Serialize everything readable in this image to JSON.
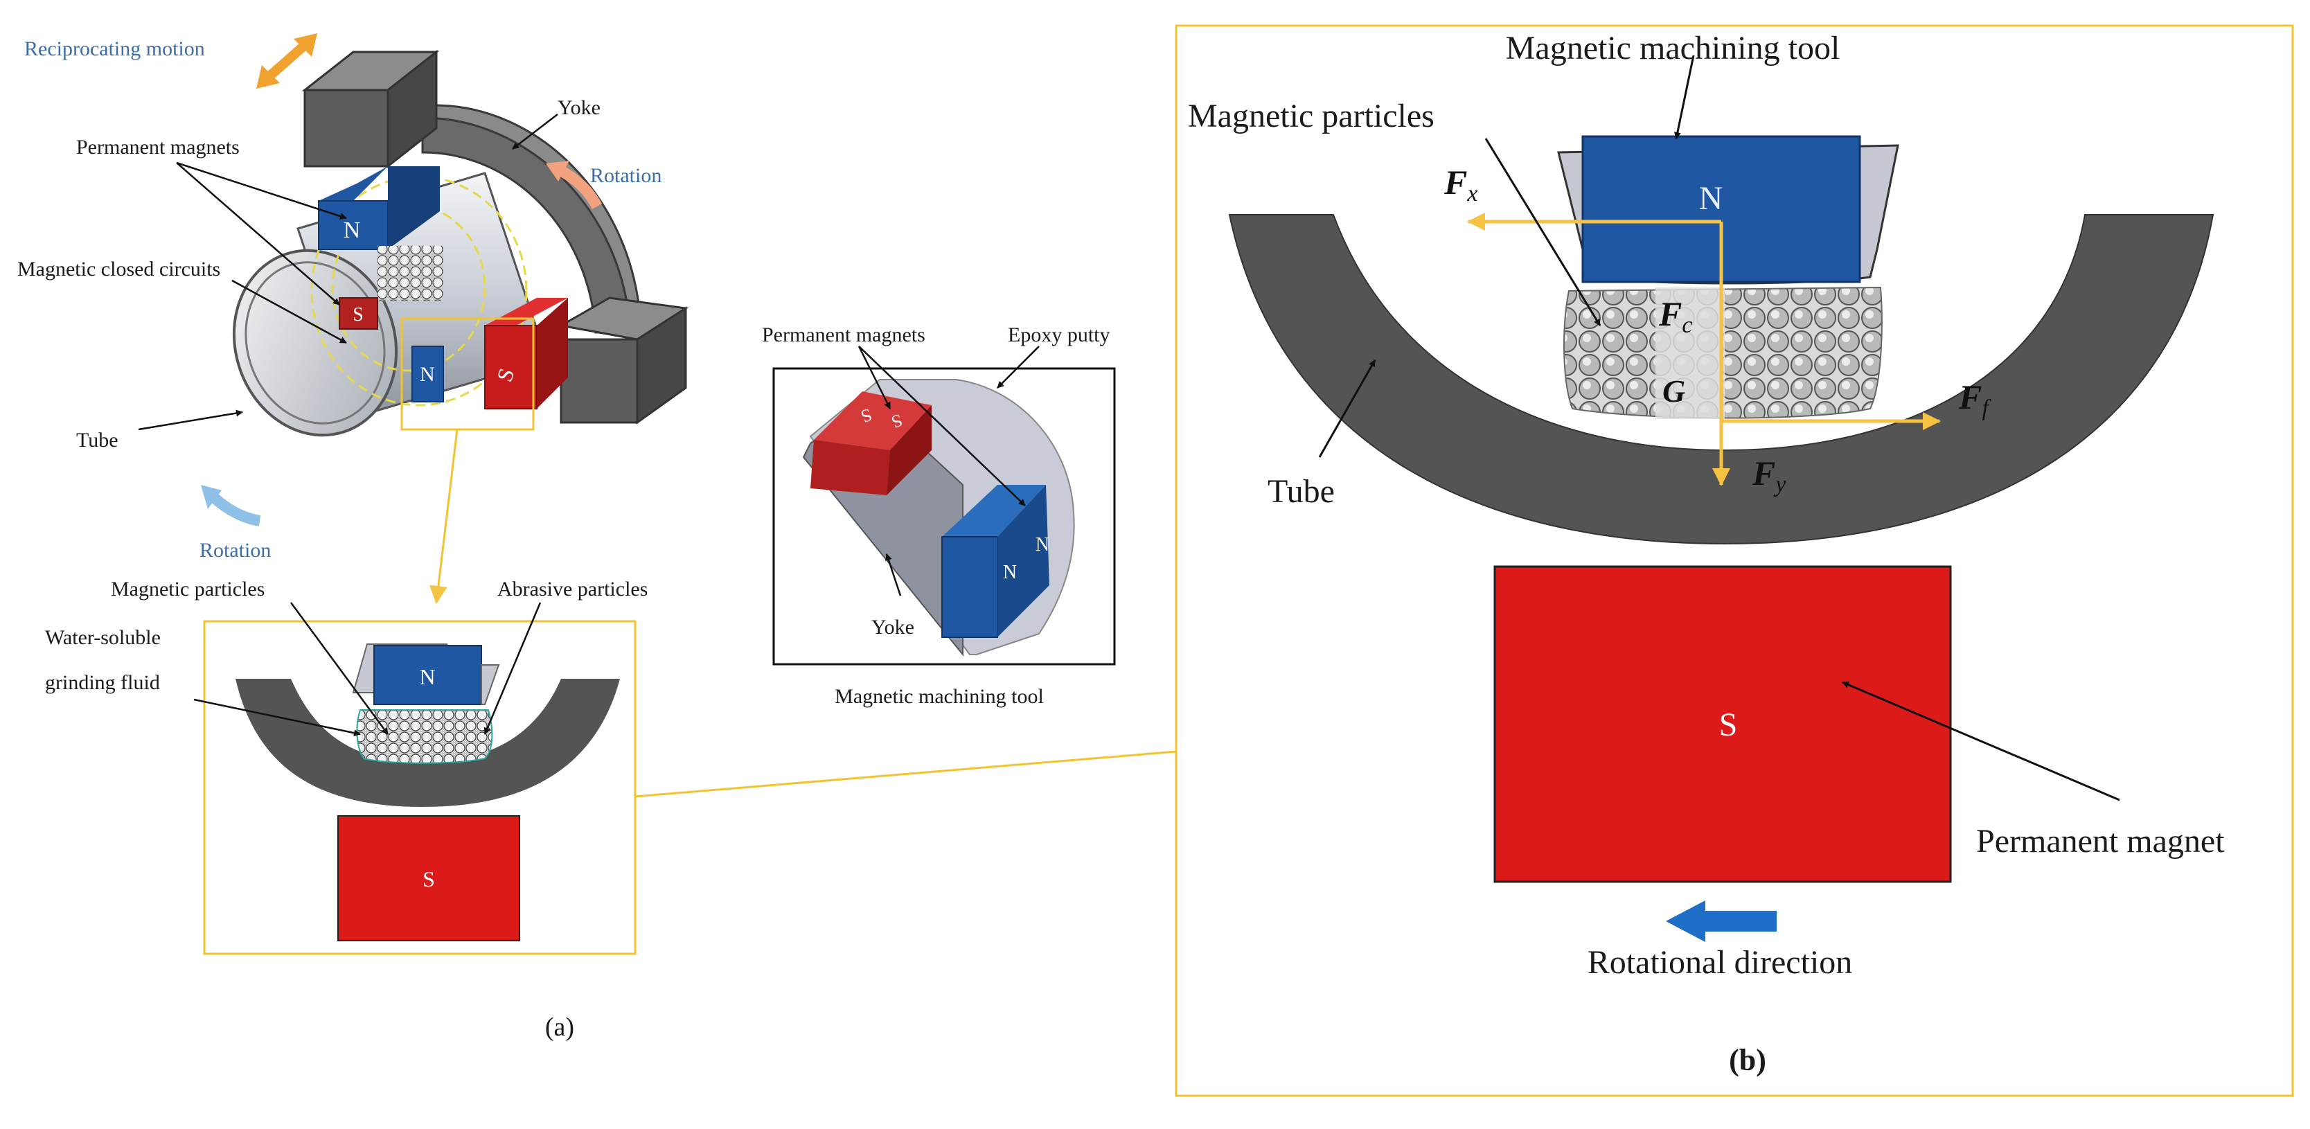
{
  "panel_a": {
    "caption": "(a)",
    "labels": {
      "reciprocating_motion": "Reciprocating motion",
      "yoke": "Yoke",
      "rotation_top": "Rotation",
      "permanent_magnets": "Permanent magnets",
      "magnetic_closed_circuits": "Magnetic closed circuits",
      "tube": "Tube",
      "rotation_bottom": "Rotation",
      "magnetic_particles": "Magnetic particles",
      "abrasive_particles": "Abrasive particles",
      "water_soluble_1": "Water-soluble",
      "water_soluble_2": "grinding fluid"
    },
    "poles": {
      "n_top": "N",
      "s_small": "S",
      "n_mid": "N",
      "s_side": "S",
      "n_detail": "N",
      "s_detail": "S"
    }
  },
  "tool_inset": {
    "caption": "Magnetic machining tool",
    "labels": {
      "permanent_magnets": "Permanent magnets",
      "epoxy_putty": "Epoxy putty",
      "yoke": "Yoke"
    },
    "poles": {
      "s1": "S",
      "s2": "S",
      "n1": "N",
      "n2": "N"
    }
  },
  "panel_b": {
    "caption": "(b)",
    "labels": {
      "magnetic_machining_tool": "Magnetic machining tool",
      "magnetic_particles": "Magnetic particles",
      "tube": "Tube",
      "permanent_magnet": "Permanent magnet",
      "rotational_direction": "Rotational direction"
    },
    "forces": {
      "fx": "F",
      "fx_sub": "x",
      "fc": "F",
      "fc_sub": "c",
      "g": "G",
      "ff": "F",
      "ff_sub": "f",
      "fy": "F",
      "fy_sub": "y"
    },
    "poles": {
      "n": "N",
      "s": "S"
    }
  },
  "colors": {
    "frame": "#f2c330",
    "arrow": "#f5c242",
    "magnet_blue": "#1f57a3",
    "magnet_red": "#dd1a1a",
    "tube_gray": "#545454",
    "label_blue": "#3b6ea8"
  }
}
